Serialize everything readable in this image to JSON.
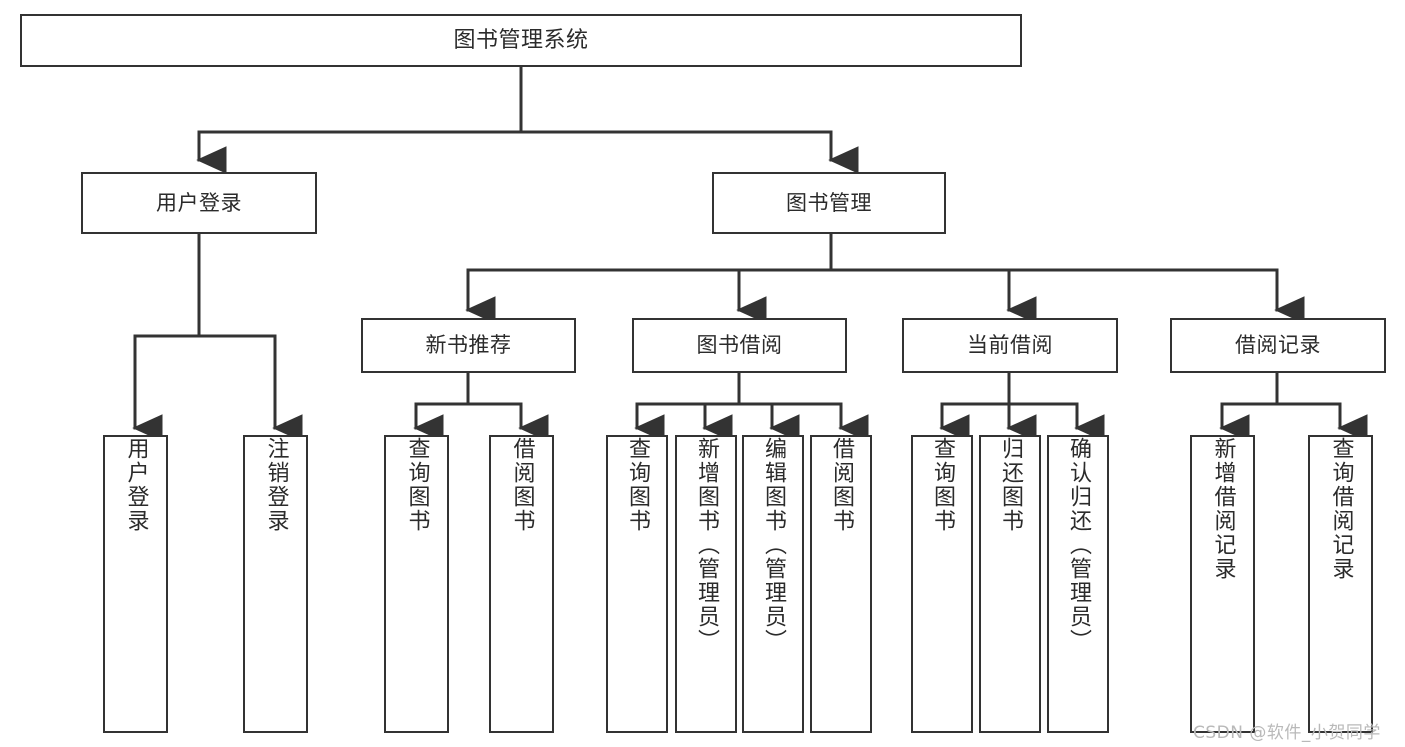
{
  "diagram": {
    "title": "图书管理系统",
    "type": "tree-hierarchy-diagram",
    "colors": {
      "background": "#ffffff",
      "box_border": "#333333",
      "box_fill": "#ffffff",
      "text": "#2b2b2b",
      "connector": "#333333",
      "watermark": "#b9b9b9"
    },
    "root": {
      "label": "图书管理系统"
    },
    "level2": [
      {
        "label": "用户登录"
      },
      {
        "label": "图书管理"
      }
    ],
    "level3": [
      {
        "label": "新书推荐"
      },
      {
        "label": "图书借阅"
      },
      {
        "label": "当前借阅"
      },
      {
        "label": "借阅记录"
      }
    ],
    "leaves": {
      "user_login": [
        {
          "label": "用户登录"
        },
        {
          "label": "注销登录"
        }
      ],
      "new_book_recommend": [
        {
          "label": "查询图书"
        },
        {
          "label": "借阅图书"
        }
      ],
      "book_borrow": [
        {
          "label": "查询图书"
        },
        {
          "label": "新增图书（管理员）"
        },
        {
          "label": "编辑图书（管理员）"
        },
        {
          "label": "借阅图书"
        }
      ],
      "current_borrow": [
        {
          "label": "查询图书"
        },
        {
          "label": "归还图书"
        },
        {
          "label": "确认归还（管理员）"
        }
      ],
      "borrow_records": [
        {
          "label": "新增借阅记录"
        },
        {
          "label": "查询借阅记录"
        }
      ]
    }
  },
  "watermark": {
    "text": "CSDN @软件_小贺同学"
  }
}
